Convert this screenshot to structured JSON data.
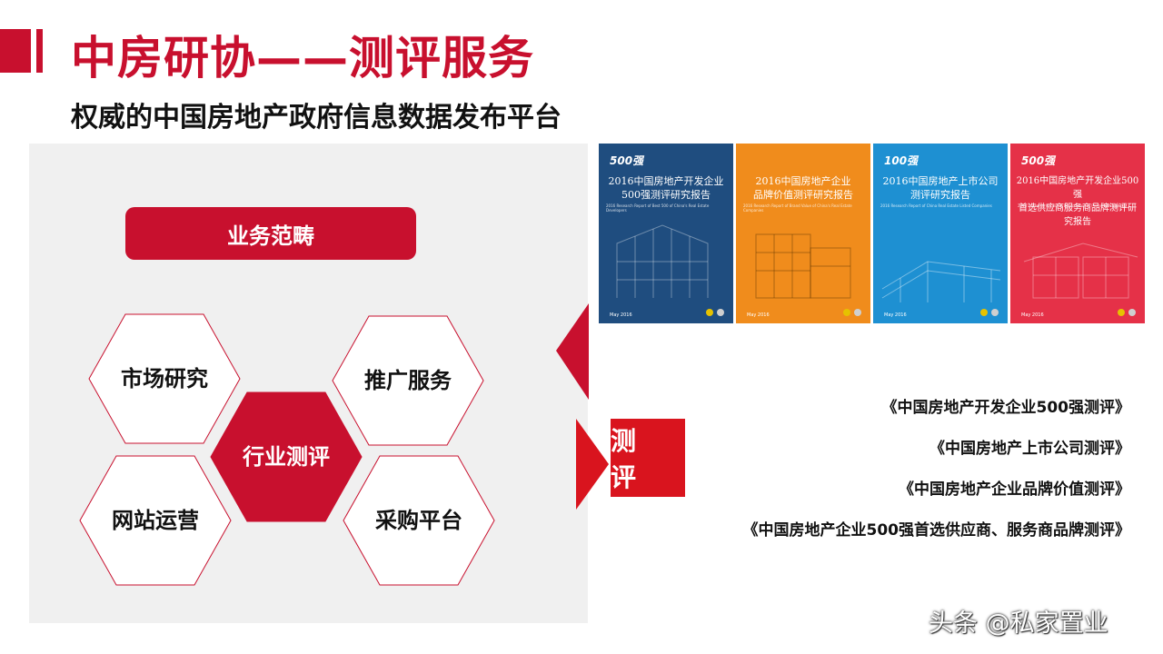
{
  "title": "中房研协——测评服务",
  "subtitle": "权威的中国房地产政府信息数据发布平台",
  "scope_label": "业务范畴",
  "hexagons": {
    "market_research": "市场研究",
    "promotion_service": "推广服务",
    "industry_evaluation": "行业测评",
    "website_operation": "网站运营",
    "procurement_platform": "采购平台"
  },
  "evaluation_label": "测 评",
  "books": [
    {
      "logo": "500强",
      "title_line1": "2016中国房地产开发企业",
      "title_line2": "500强测评研究报告",
      "tagline": "2016 Research Report of Best 500 of China's Real Estate Developers",
      "date": "May 2016",
      "color": "#1f4d7f"
    },
    {
      "logo": "",
      "title_line1": "2016中国房地产企业",
      "title_line2": "品牌价值测评研究报告",
      "tagline": "2016 Research Report of Brand Value of China's Real Estate Companies",
      "date": "May 2016",
      "color": "#f08c1c"
    },
    {
      "logo": "100强",
      "title_line1": "2016中国房地产上市公司",
      "title_line2": "测评研究报告",
      "tagline": "2016 Research Report of China Real Estate Listed Companies",
      "date": "May 2016",
      "color": "#1e90d2"
    },
    {
      "logo": "500强",
      "title_line1": "2016中国房地产开发企业500强",
      "title_line2": "首选供应商服务商品牌测评研究报告",
      "tagline": "2016 Research Report of Brand Value of Preferred Suppliers",
      "date": "May 2016",
      "color": "#e53148"
    }
  ],
  "reports": [
    "《中国房地产开发企业500强测评》",
    "《中国房地产上市公司测评》",
    "《中国房地产企业品牌价值测评》",
    "《中国房地产企业500强首选供应商、服务商品牌测评》"
  ],
  "watermark": "头条 @私家置业",
  "colors": {
    "accent": "#c8102e",
    "panel": "#f0f0f0",
    "eval_box": "#d9141e"
  }
}
